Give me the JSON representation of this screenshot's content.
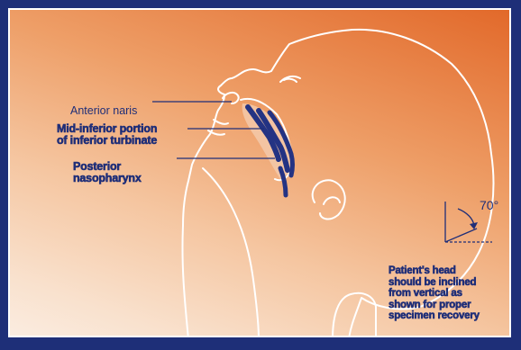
{
  "labels": {
    "anterior_naris": "Anterior naris",
    "mid_inferior": "Mid-inferior portion\nof inferior turbinate",
    "posterior": "Posterior\nnasopharynx",
    "angle": "70°",
    "note": "Patient's head\nshould be inclined\nfrom vertical as\nshown for proper\nspecimen recovery"
  },
  "colors": {
    "border": "#1e2f78",
    "text": "#1f2e78",
    "outline": "#ffffff",
    "background_gradient": [
      "#e2692a",
      "#f9e1cd"
    ]
  }
}
